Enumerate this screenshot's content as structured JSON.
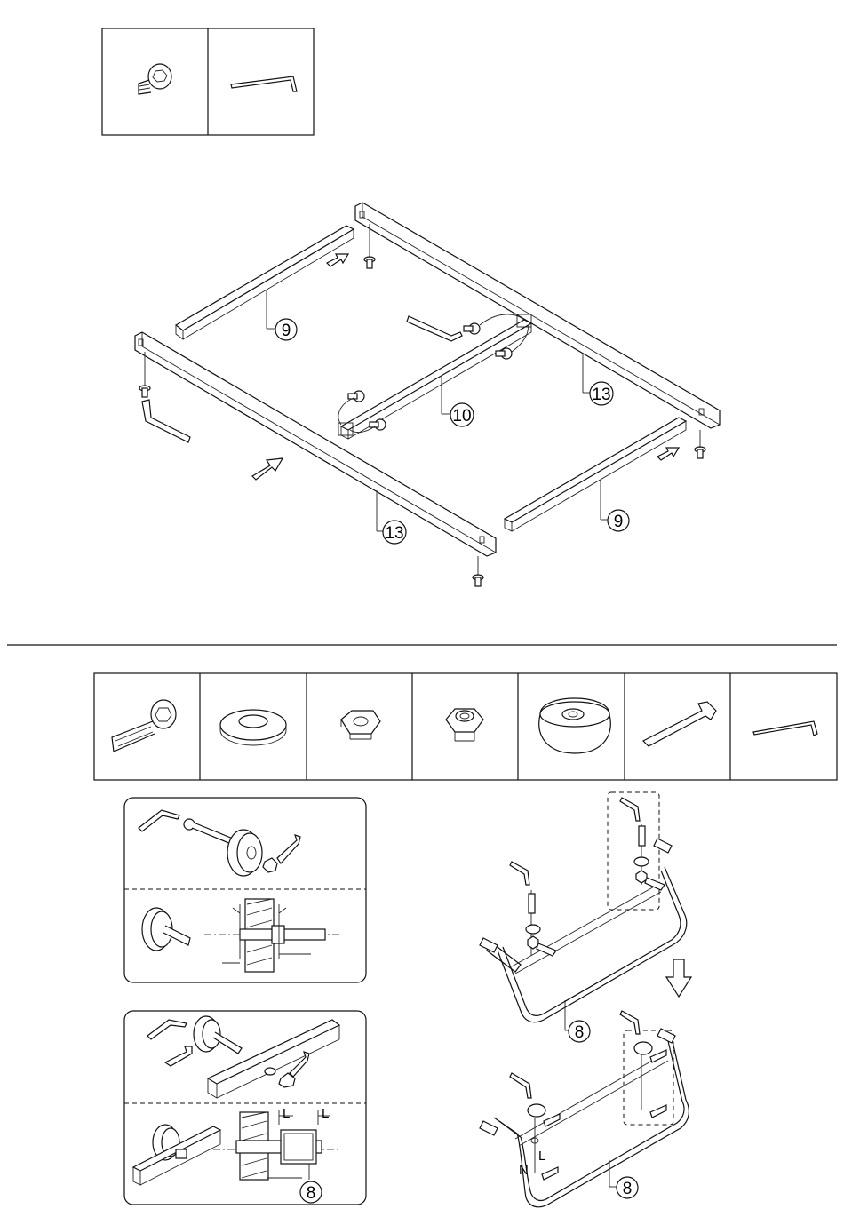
{
  "step1": {
    "parts": [
      {
        "icon": "hex-socket-screw-icon"
      },
      {
        "icon": "allen-key-icon"
      }
    ],
    "callouts": {
      "side_rail_back": "13",
      "side_rail_front": "13",
      "cross_rail_back": "9",
      "cross_rail_front": "9",
      "center_rail": "10"
    }
  },
  "step2": {
    "parts": [
      {
        "icon": "long-bolt-icon"
      },
      {
        "icon": "washer-icon"
      },
      {
        "icon": "hex-nut-icon"
      },
      {
        "icon": "lock-nut-icon"
      },
      {
        "icon": "caster-wheel-icon"
      },
      {
        "icon": "open-wrench-icon"
      },
      {
        "icon": "allen-key-icon"
      }
    ],
    "detail_callout": "8",
    "leg_callout_top": "8",
    "leg_callout_bottom": "8",
    "label_n": "N",
    "label_l": "L",
    "dim_l1": "L",
    "dim_l2": "L"
  }
}
